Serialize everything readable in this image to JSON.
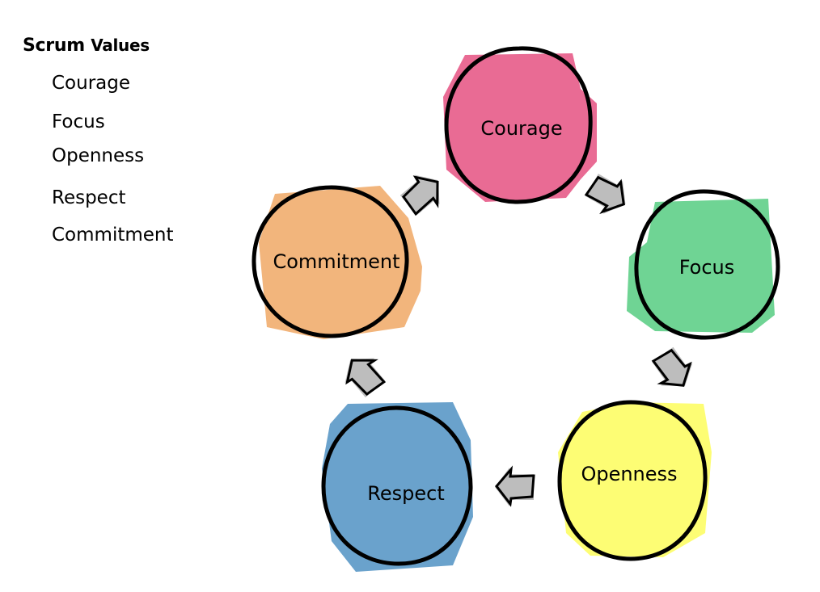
{
  "legend": {
    "title_bold": "Scrum",
    "title_rest": "Values",
    "items": [
      "Courage",
      "Focus",
      "Openness",
      "Respect",
      "Commitment"
    ]
  },
  "diagram": {
    "nodes": [
      {
        "label": "Courage",
        "color": "#e96b94"
      },
      {
        "label": "Focus",
        "color": "#6fd494"
      },
      {
        "label": "Openness",
        "color": "#fdfd74"
      },
      {
        "label": "Respect",
        "color": "#6aa2cc"
      },
      {
        "label": "Commitment",
        "color": "#f2b57c"
      }
    ],
    "arrow_color": "#bdbdbd",
    "outline_color": "#000000"
  }
}
